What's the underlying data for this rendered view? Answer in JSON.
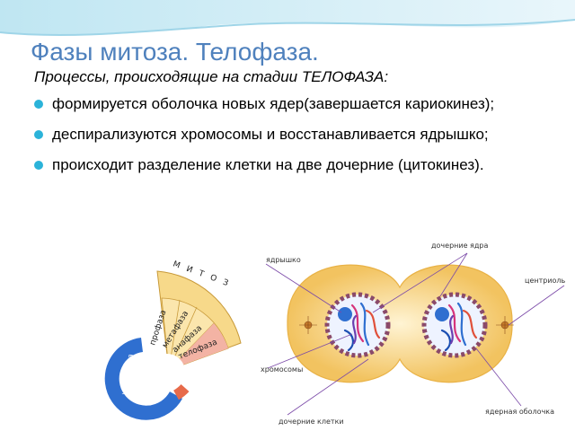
{
  "slide": {
    "title": "Фазы митоза. Телофаза.",
    "subtitle": "Процессы, происходящие на стадии ТЕЛОФАЗА:",
    "bullets": [
      "формируется оболочка новых ядер(завершается кариокинез);",
      " деспирализуются хромосомы и восстанавливается ядрышко;",
      "происходит разделение клетки на две дочерние (цитокинез)."
    ]
  },
  "wheel": {
    "outer_label": "МИТОЗ",
    "phases": [
      "профаза",
      "метафаза",
      "анафаза",
      "телофаза"
    ],
    "interphase_label": "интерфаза"
  },
  "cell_labels": {
    "nucleolus": "ядрышко",
    "daughter_nuclei": "дочерние ядра",
    "centriole": "центриоль",
    "chromosomes": "хромосомы",
    "daughter_cells": "дочерние клетки",
    "nuclear_envelope": "ядерная оболочка"
  },
  "colors": {
    "title": "#4f81bd",
    "bullet": "#2bb3d9",
    "cell_fill": "#f7d27a",
    "nucleus_ring": "#8a4a6a",
    "wheel_accent": "#2f6fd0",
    "highlight_phase": "#e03a2a"
  }
}
